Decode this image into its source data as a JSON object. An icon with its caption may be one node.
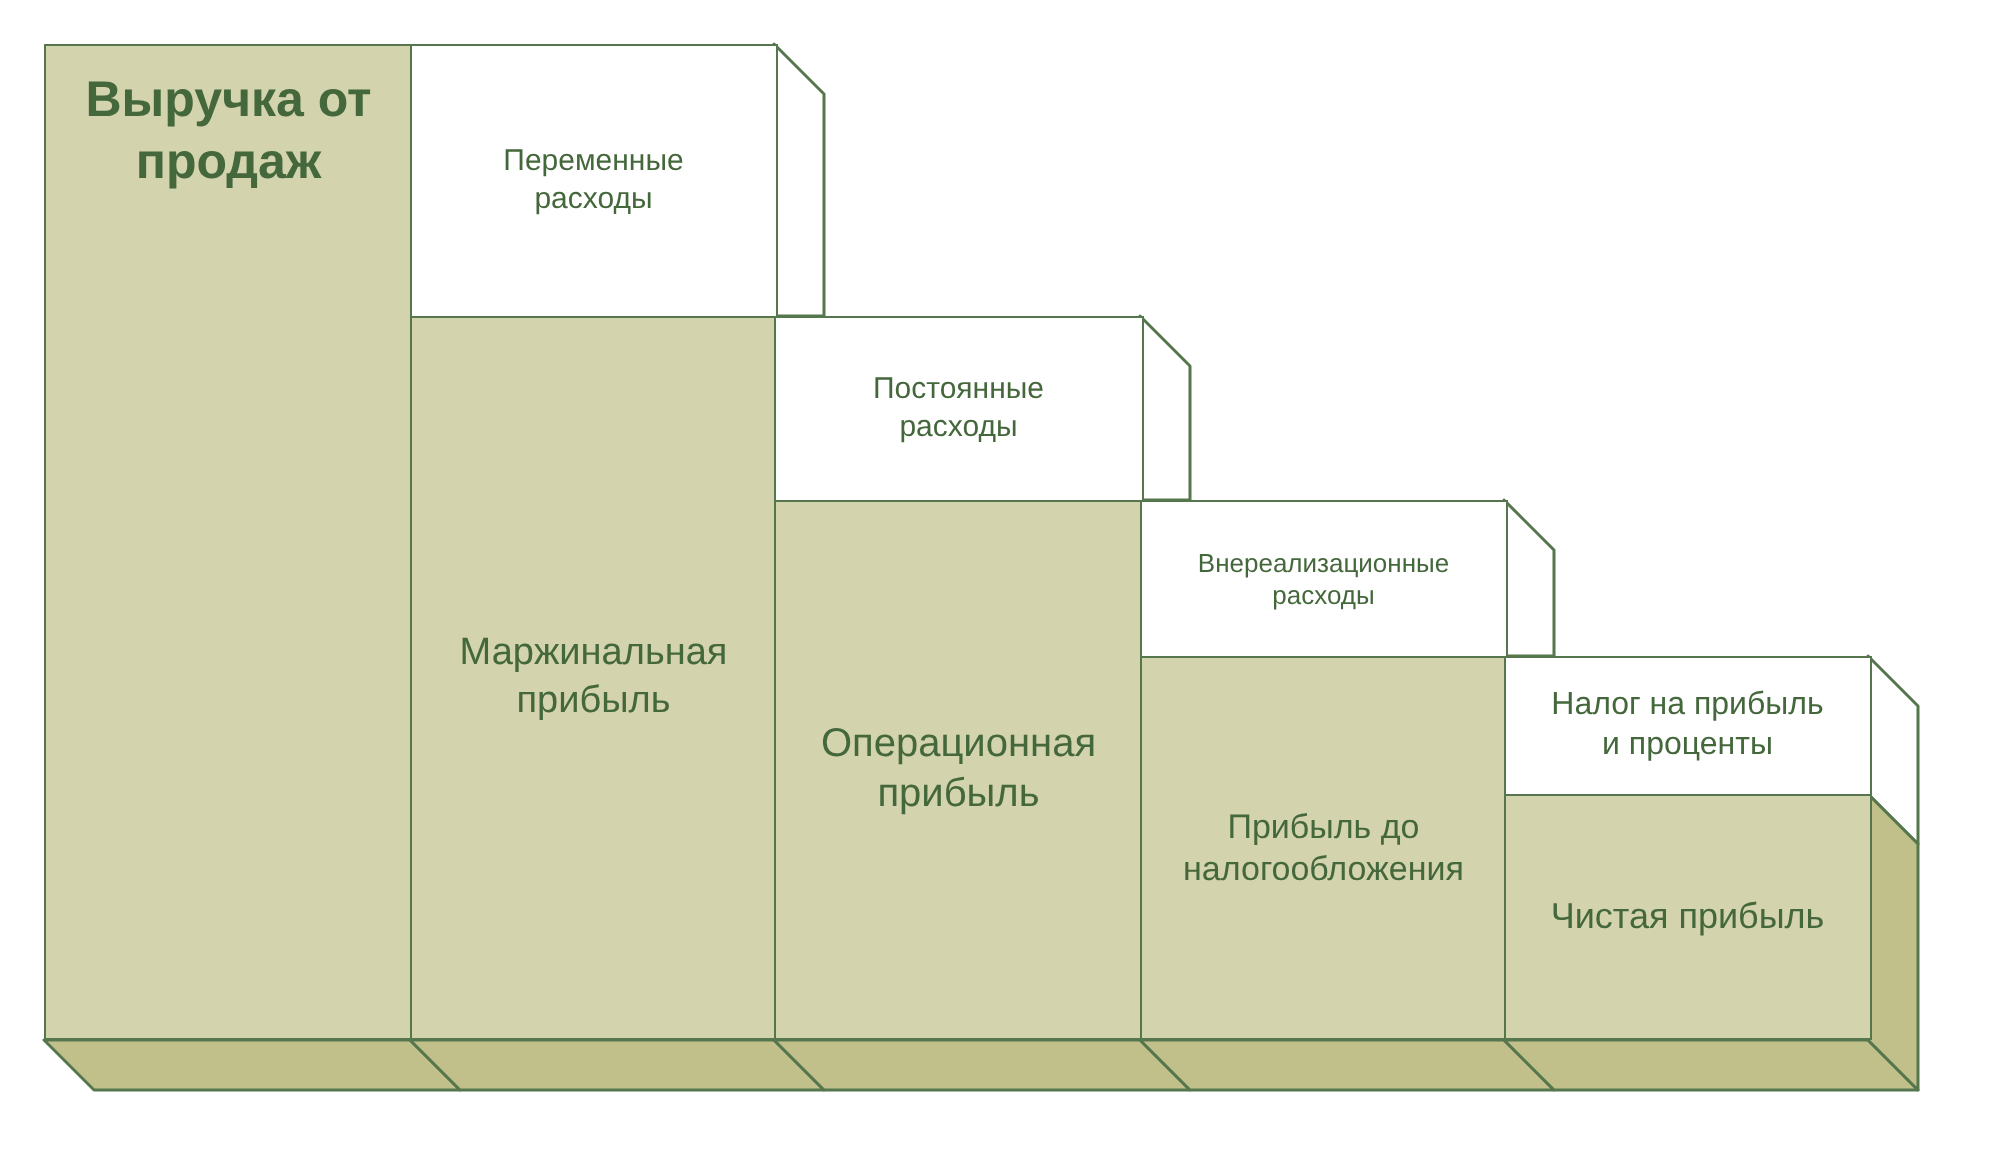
{
  "diagram": {
    "nodes": [
      {
        "text": [
          "Выручка от продаж"
        ]
      },
      {
        "text": [
          "Переменные расходы"
        ]
      },
      {
        "text": [
          "Маржинальная прибыль"
        ]
      },
      {
        "text": [
          "Постоянные расходы"
        ]
      },
      {
        "text": [
          "Операционная прибыль"
        ]
      },
      {
        "text": [
          "Внереализационные расходы"
        ]
      },
      {
        "text": [
          "Прибыль до налогообложения"
        ]
      },
      {
        "text": [
          "Налог на прибыль и проценты"
        ]
      },
      {
        "text": [
          "Чистая прибыль"
        ]
      }
    ]
  }
}
